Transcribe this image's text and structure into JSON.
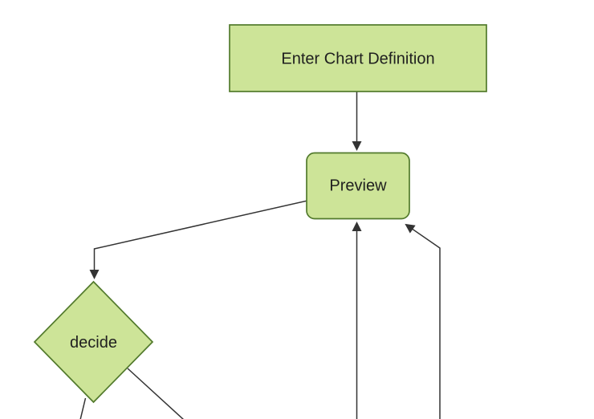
{
  "diagram": {
    "type": "flowchart",
    "background": "#ffffff",
    "colors": {
      "node_fill": "#cde498",
      "node_stroke": "#527a2c",
      "edge_color": "#333333",
      "label_color": "#1f1f1f"
    },
    "nodes": [
      {
        "id": "enter-chart-definition",
        "label": "Enter Chart Definition",
        "shape": "rectangle"
      },
      {
        "id": "preview",
        "label": "Preview",
        "shape": "rounded-rectangle"
      },
      {
        "id": "decide",
        "label": "decide",
        "shape": "diamond"
      }
    ],
    "edges": [
      {
        "from": "enter-chart-definition",
        "to": "preview",
        "arrow": true
      },
      {
        "from": "preview",
        "to": "decide",
        "arrow": true
      },
      {
        "from": "offscreen-bottom",
        "to": "preview",
        "arrow": true
      },
      {
        "from": "offscreen-bottom-right",
        "to": "preview",
        "arrow": true
      },
      {
        "from": "decide",
        "to": "offscreen-bottom-left",
        "arrow": false
      },
      {
        "from": "decide",
        "to": "offscreen-bottom-right",
        "arrow": false
      }
    ]
  }
}
